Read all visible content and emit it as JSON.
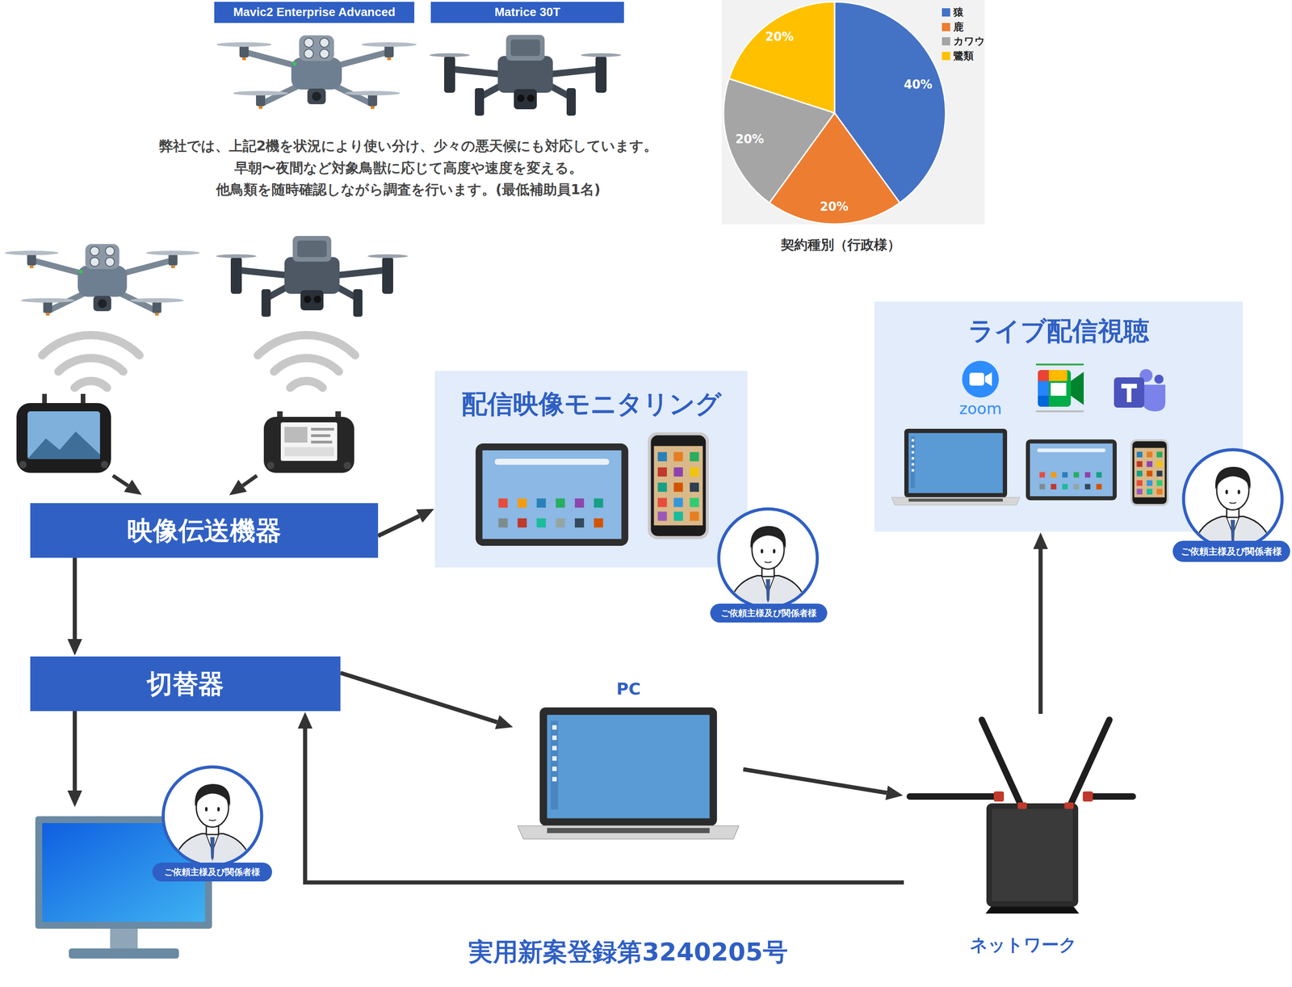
{
  "diagram": {
    "caption": "実用新案登録第3240205号",
    "nodes": [
      {
        "text": [
          "Mavic2 Enterprise Advanced"
        ]
      },
      {
        "text": [
          "Matrice 30T"
        ]
      },
      {
        "text": [
          "ライブ配信視聴",
          "ご依頼主様及び関係者様"
        ]
      },
      {
        "text": [
          "配信映像モニタリング",
          "ご依頼主様及び関係者様"
        ]
      },
      {
        "text": [
          "映像伝送機器"
        ]
      },
      {
        "text": [
          "切替器"
        ]
      },
      {
        "text": [
          "PC"
        ]
      },
      {
        "text": [
          "ネットワーク"
        ]
      },
      {
        "text": [
          "ご依頼主様及び関係者様"
        ]
      }
    ],
    "edges": [
      {
        "from": 4,
        "to": 3,
        "arrow": "to"
      },
      {
        "from": 4,
        "to": 5,
        "arrow": "to"
      },
      {
        "from": 5,
        "to": 8,
        "arrow": "to"
      },
      {
        "from": 5,
        "to": 6,
        "arrow": "to"
      },
      {
        "from": 6,
        "to": 7,
        "arrow": "to"
      },
      {
        "from": 7,
        "to": 2,
        "arrow": "to"
      },
      {
        "from": 7,
        "to": 5,
        "arrow": "to"
      }
    ],
    "labels": [
      "弊社では、上記2機を状況により使い分け、少々の悪天候にも対応しています。",
      "早朝〜夜間など対象鳥獣に応じて高度や速度を変える。",
      "他鳥類を随時確認しながら調査を行います。(最低補助員1名)",
      "20%",
      "40%",
      "20%",
      "20%",
      "契約種別（行政様）",
      "zoom"
    ],
    "legend": [
      {
        "text": "猿",
        "color": "#4472c4"
      },
      {
        "text": "鹿",
        "color": "#ed7d31"
      },
      {
        "text": "カワウ",
        "color": "#a5a5a5"
      },
      {
        "text": "鷺類",
        "color": "#ffc000"
      }
    ]
  }
}
